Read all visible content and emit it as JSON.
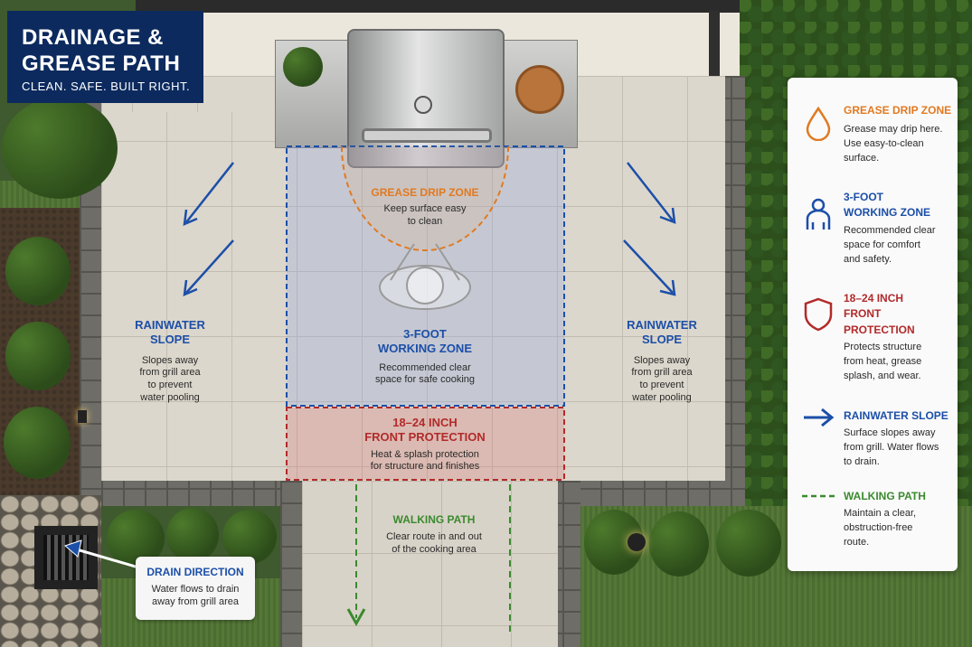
{
  "header": {
    "title_line1": "DRAINAGE &",
    "title_line2": "GREASE PATH",
    "subtitle": "CLEAN. SAFE. BUILT RIGHT."
  },
  "zones": {
    "grease_drip": {
      "title": "GREASE DRIP ZONE",
      "desc_line1": "Keep surface easy",
      "desc_line2": "to clean"
    },
    "working": {
      "title_line1": "3-FOOT",
      "title_line2": "WORKING ZONE",
      "desc_line1": "Recommended clear",
      "desc_line2": "space for safe cooking"
    },
    "front_protection": {
      "title_line1": "18–24 INCH",
      "title_line2": "FRONT PROTECTION",
      "desc_line1": "Heat & splash protection",
      "desc_line2": "for structure and finishes"
    },
    "rain_left": {
      "title_line1": "RAINWATER",
      "title_line2": "SLOPE",
      "desc_line1": "Slopes away",
      "desc_line2": "from grill area",
      "desc_line3": "to prevent",
      "desc_line4": "water pooling"
    },
    "rain_right": {
      "title_line1": "RAINWATER",
      "title_line2": "SLOPE",
      "desc_line1": "Slopes away",
      "desc_line2": "from grill area",
      "desc_line3": "to prevent",
      "desc_line4": "water pooling"
    },
    "walking": {
      "title": "WALKING PATH",
      "desc_line1": "Clear route in and out",
      "desc_line2": "of the cooking area"
    }
  },
  "drain": {
    "title": "DRAIN DIRECTION",
    "desc_line1": "Water flows to drain",
    "desc_line2": "away from grill area"
  },
  "legend": [
    {
      "icon": "droplet-icon",
      "color": "#e07a22",
      "title_lines": [
        "GREASE DRIP ZONE"
      ],
      "desc_lines": [
        "Grease may drip here.",
        "Use easy-to-clean",
        "surface."
      ]
    },
    {
      "icon": "person-icon",
      "color": "#1c4fa8",
      "title_lines": [
        "3-FOOT",
        "WORKING ZONE"
      ],
      "desc_lines": [
        "Recommended clear",
        "space for comfort",
        "and safety."
      ]
    },
    {
      "icon": "shield-icon",
      "color": "#b22a2a",
      "title_lines": [
        "18–24 INCH",
        "FRONT",
        "PROTECTION"
      ],
      "desc_lines": [
        "Protects structure",
        "from heat, grease",
        "splash, and wear."
      ]
    },
    {
      "icon": "arrow-right-icon",
      "color": "#1c4fa8",
      "title_lines": [
        "RAINWATER SLOPE"
      ],
      "desc_lines": [
        "Surface slopes away",
        "from grill. Water flows",
        "to drain."
      ]
    },
    {
      "icon": "dashed-line-icon",
      "color": "#3a8a2e",
      "title_lines": [
        "WALKING PATH"
      ],
      "desc_lines": [
        "Maintain a clear,",
        "obstruction-free",
        "route."
      ]
    }
  ],
  "colors": {
    "title_bg": "#0c2a5e",
    "blue": "#1c4fa8",
    "orange": "#e07a22",
    "red": "#b22a2a",
    "green": "#3a8a2e"
  }
}
